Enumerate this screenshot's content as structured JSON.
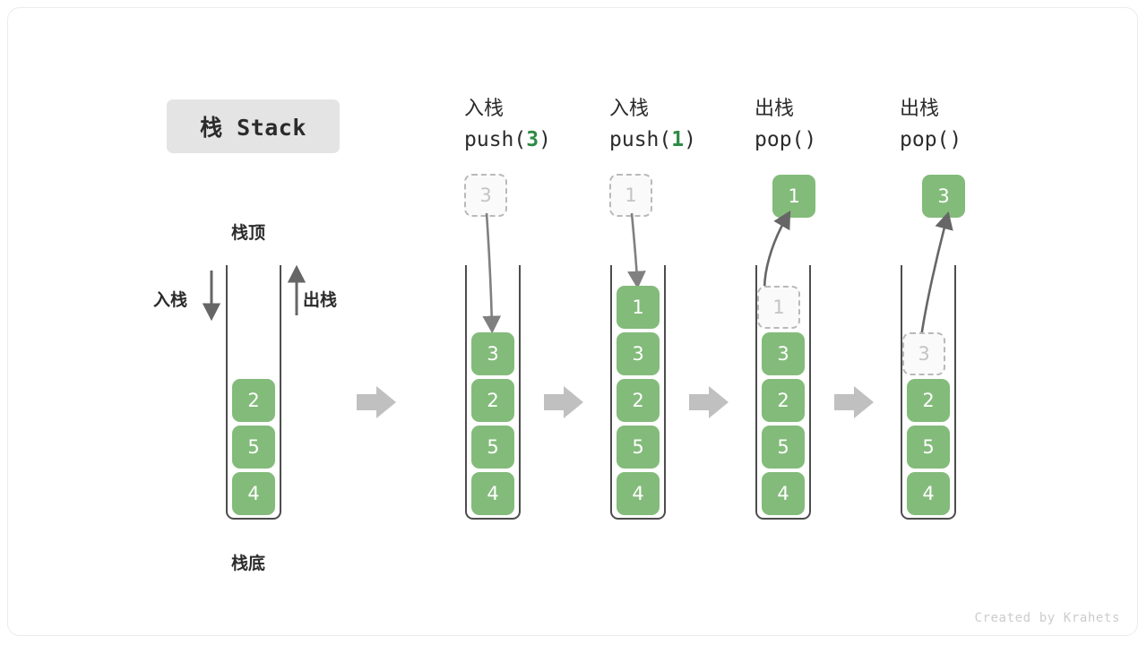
{
  "figure": {
    "title_badge": "栈 Stack",
    "watermark": "Created by Krahets",
    "accent_green": "#83bb7a",
    "accent_green_text": "#2e8b45",
    "ghost_gray": "#c4c4c4",
    "outline_gray": "#4d4d4d",
    "flow_arrow_gray": "#c0c0c0"
  },
  "legend": {
    "top_label": "栈顶",
    "bottom_label": "栈底",
    "push_label": "入栈",
    "pop_label": "出栈"
  },
  "columns": [
    {
      "id": "initial",
      "head_cn": "",
      "head_code_pre": "",
      "head_code_num": "",
      "head_code_post": "",
      "stack": [
        "2",
        "5",
        "4"
      ],
      "ghost_in_stack": null,
      "incoming": null,
      "outgoing": null
    },
    {
      "id": "push-3",
      "head_cn": "入栈",
      "head_code_pre": "push(",
      "head_code_num": "3",
      "head_code_post": ")",
      "stack": [
        "3",
        "2",
        "5",
        "4"
      ],
      "ghost_in_stack": null,
      "incoming": "3",
      "outgoing": null
    },
    {
      "id": "push-1",
      "head_cn": "入栈",
      "head_code_pre": "push(",
      "head_code_num": "1",
      "head_code_post": ")",
      "stack": [
        "1",
        "3",
        "2",
        "5",
        "4"
      ],
      "ghost_in_stack": null,
      "incoming": "1",
      "outgoing": null
    },
    {
      "id": "pop-1",
      "head_cn": "出栈",
      "head_code_pre": "pop(",
      "head_code_num": "",
      "head_code_post": ")",
      "stack": [
        "3",
        "2",
        "5",
        "4"
      ],
      "ghost_in_stack": "1",
      "incoming": null,
      "outgoing": "1"
    },
    {
      "id": "pop-3",
      "head_cn": "出栈",
      "head_code_pre": "pop(",
      "head_code_num": "",
      "head_code_post": ")",
      "stack": [
        "2",
        "5",
        "4"
      ],
      "ghost_in_stack": "3",
      "incoming": null,
      "outgoing": "3"
    }
  ]
}
